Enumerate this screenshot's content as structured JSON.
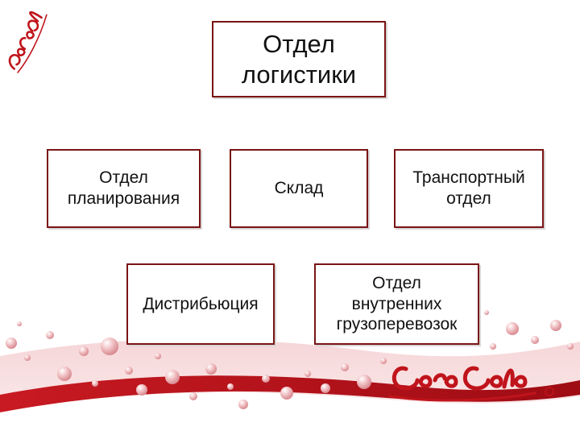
{
  "title": "Отдел\nлогистики",
  "boxes": {
    "planning": "Отдел\nпланирования",
    "warehouse": "Склад",
    "transport": "Транспортный\nотдел",
    "distribution": "Дистрибьюция",
    "internal": "Отдел\nвнутренних\nгрузоперевозок"
  },
  "colors": {
    "border": "#7a1414",
    "brand_red": "#b8101a",
    "bubble_pink": "#e8a8ac"
  },
  "icons": {
    "top_logo": "coca-cola-logo",
    "bottom_logo": "coca-cola-logo"
  }
}
